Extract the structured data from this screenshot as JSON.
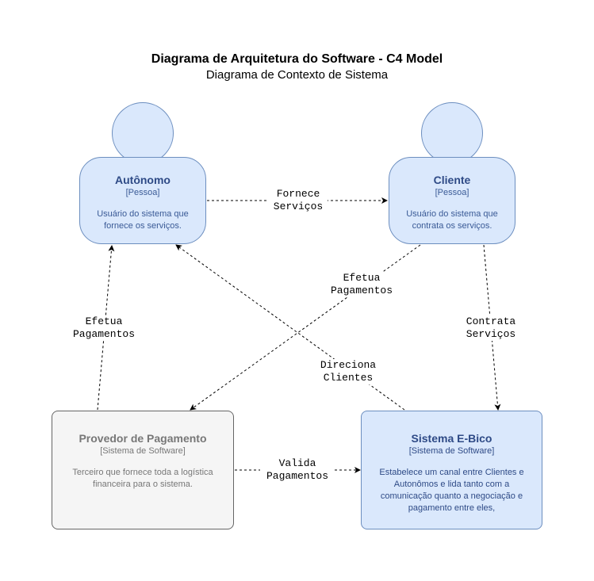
{
  "title": "Diagrama de Arquitetura do Software - C4 Model",
  "subtitle": "Diagrama de Contexto de Sistema",
  "nodes": {
    "autonomo": {
      "name": "Autônomo",
      "type": "[Pessoa]",
      "description": "Usuário do sistema que fornece os serviços."
    },
    "cliente": {
      "name": "Cliente",
      "type": "[Pessoa]",
      "description": "Usuário do sistema que contrata os serviços."
    },
    "provedor": {
      "name": "Provedor de Pagamento",
      "type": "[Sistema de Software]",
      "description": "Terceiro que fornece toda a logística financeira para o sistema."
    },
    "ebico": {
      "name": "Sistema E-Bico",
      "type": "[Sistema de Software]",
      "description": "Estabelece um canal entre Clientes e Autonômos e lida tanto com a comunicação quanto a negociação e pagamento entre eles,"
    }
  },
  "edges": {
    "fornece": "Fornece\nServiços",
    "efetua_cliente": "Efetua\nPagamentos",
    "efetua_provedor": "Efetua\nPagamentos",
    "contrata": "Contrata\nServiços",
    "direciona": "Direciona\nClientes",
    "valida": "Valida\nPagamentos"
  },
  "colors": {
    "person_fill": "#dae8fc",
    "person_stroke": "#6c8ebf",
    "external_fill": "#f5f5f5",
    "external_stroke": "#666666"
  }
}
